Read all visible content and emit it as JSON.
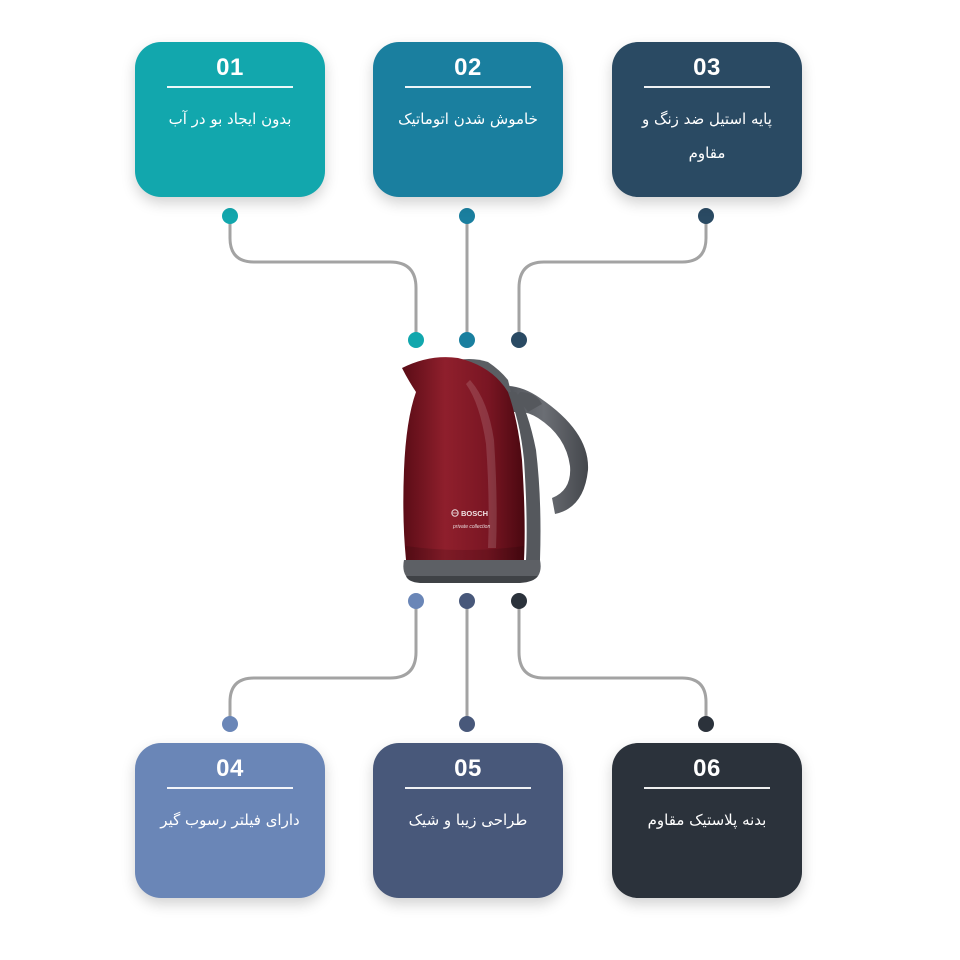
{
  "colors": {
    "c1": "#12a7ad",
    "c2": "#1a7f9f",
    "c3": "#2a4a63",
    "c4": "#6a86b7",
    "c5": "#48587a",
    "c6": "#2b323b",
    "connector": "#a3a3a3"
  },
  "features": [
    {
      "number": "01",
      "text": "بدون ایجاد بو در آب"
    },
    {
      "number": "02",
      "text": "خاموش شدن اتوماتیک"
    },
    {
      "number": "03",
      "text": "پایه استیل ضد زنگ و مقاوم"
    },
    {
      "number": "04",
      "text": "دارای فیلتر رسوب گیر"
    },
    {
      "number": "05",
      "text": "طراحی زیبا و شیک"
    },
    {
      "number": "06",
      "text": "بدنه پلاستیک مقاوم"
    }
  ],
  "product": {
    "brand": "BOSCH",
    "line": "private collection",
    "icon": "bosch-logo-icon"
  }
}
